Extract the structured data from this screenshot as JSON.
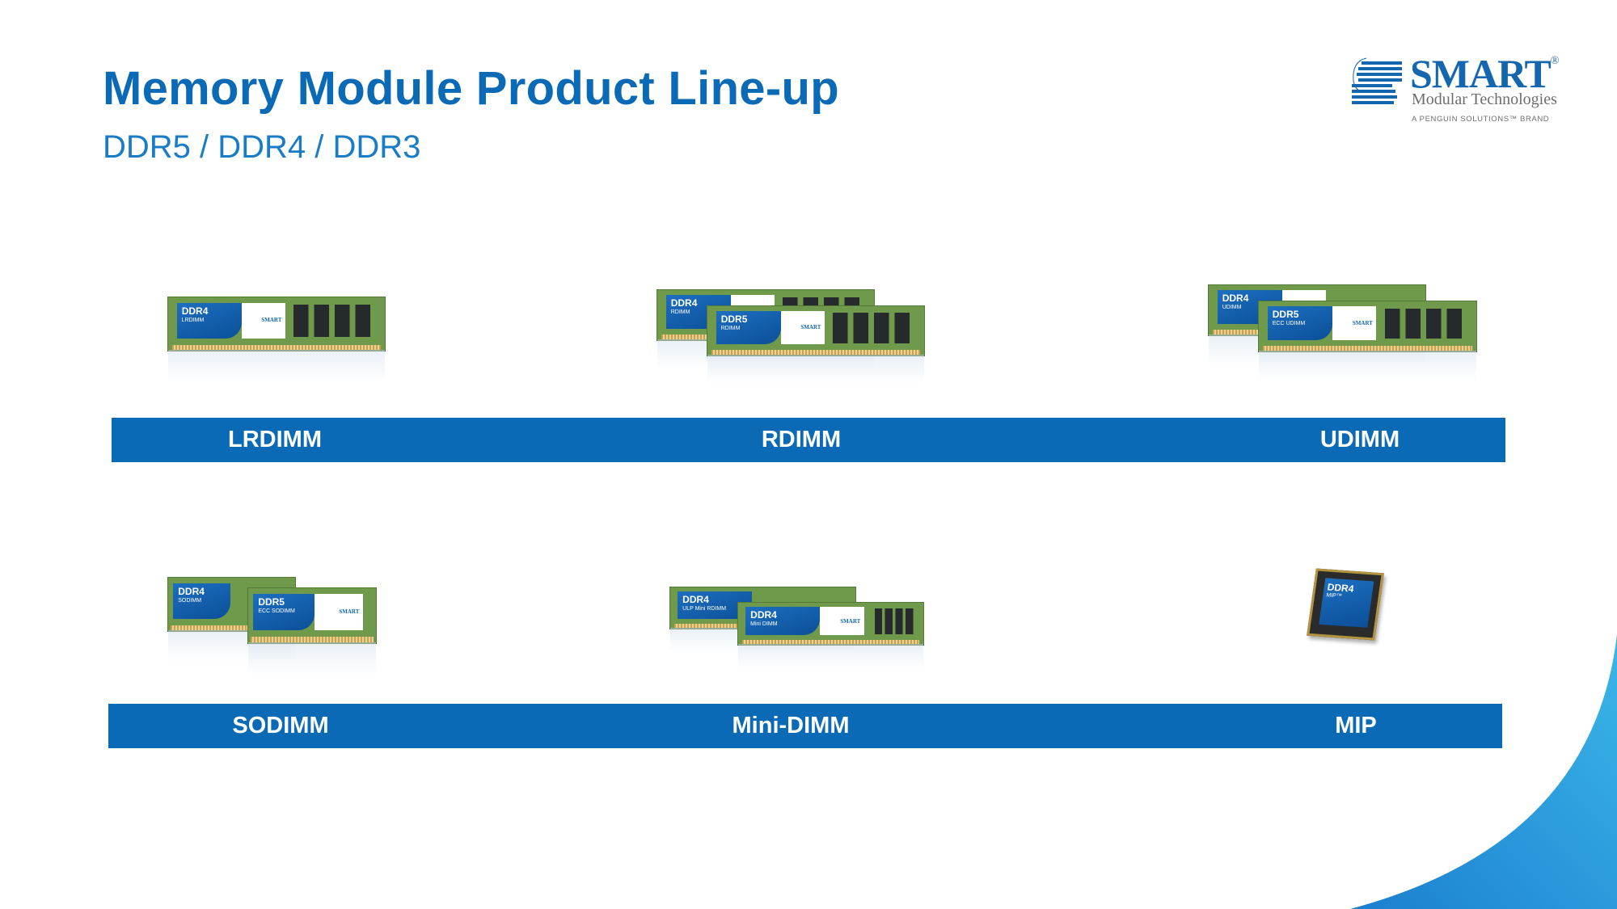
{
  "header": {
    "title": "Memory Module Product Line-up",
    "subtitle": "DDR5 / DDR4 / DDR3"
  },
  "logo": {
    "brand": "SMART",
    "registered": "®",
    "tagline": "Modular Technologies",
    "parent": "A PENGUIN SOLUTIONS™ BRAND"
  },
  "colors": {
    "accent": "#0a6ab5",
    "swoosh": "#29a8e0"
  },
  "rows": [
    {
      "categories": [
        "LRDIMM",
        "RDIMM",
        "UDIMM"
      ]
    },
    {
      "categories": [
        "SODIMM",
        "Mini-DIMM",
        "MIP"
      ]
    }
  ],
  "modules": {
    "lrdimm": [
      {
        "gen": "DDR4",
        "type": "LRDIMM"
      }
    ],
    "rdimm": [
      {
        "gen": "DDR4",
        "type": "RDIMM"
      },
      {
        "gen": "DDR5",
        "type": "RDIMM"
      }
    ],
    "udimm": [
      {
        "gen": "DDR4",
        "type": "UDIMM"
      },
      {
        "gen": "DDR5",
        "type": "ECC UDIMM"
      }
    ],
    "sodimm": [
      {
        "gen": "DDR4",
        "type": "SODIMM"
      },
      {
        "gen": "DDR5",
        "type": "ECC SODIMM"
      }
    ],
    "minidimm": [
      {
        "gen": "DDR4",
        "type": "ULP Mini RDIMM"
      },
      {
        "gen": "DDR4",
        "type": "Mini DIMM"
      }
    ],
    "mip": [
      {
        "gen": "DDR4",
        "type": "MIP™"
      }
    ]
  },
  "module_brand": "SMART"
}
